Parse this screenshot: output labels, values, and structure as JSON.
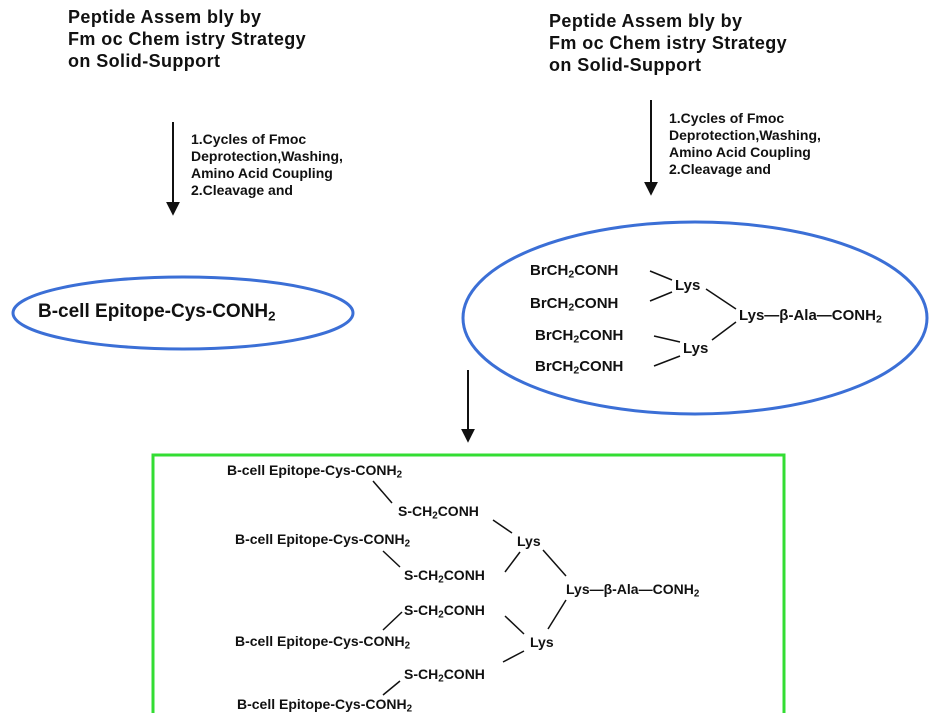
{
  "colors": {
    "ellipse": "#3b6fd6",
    "product_box": "#33dd33",
    "ink": "#111111"
  },
  "left": {
    "title": [
      "Peptide Assem bly by",
      "Fm oc Chem istry Strategy",
      "on Solid-Support"
    ],
    "steps": [
      "1.Cycles of Fmoc",
      "Deprotection,Washing,",
      "Amino Acid Coupling",
      "2.Cleavage and"
    ],
    "product_main": "B-cell Epitope-Cys-CONH",
    "product_sub": "2"
  },
  "right": {
    "title": [
      "Peptide Assem bly by",
      "Fm oc Chem istry Strategy",
      "on Solid-Support"
    ],
    "steps": [
      "1.Cycles of Fmoc",
      "Deprotection,Washing,",
      "Amino Acid Coupling",
      "2.Cleavage and"
    ],
    "bromo_pre": "BrCH",
    "bromo_sub": "2",
    "bromo_post": "CONH",
    "lys": "Lys",
    "core_pre": "Lys—β-Ala—CONH",
    "core_sub": "2"
  },
  "conjugate": {
    "epitope_pre": "B-cell Epitope-Cys-CONH",
    "epitope_sub": "2",
    "linker_pre": "S-CH",
    "linker_sub": "2",
    "linker_post": "CONH",
    "lys": "Lys",
    "core_pre": "Lys—β-Ala—CONH",
    "core_sub": "2"
  }
}
